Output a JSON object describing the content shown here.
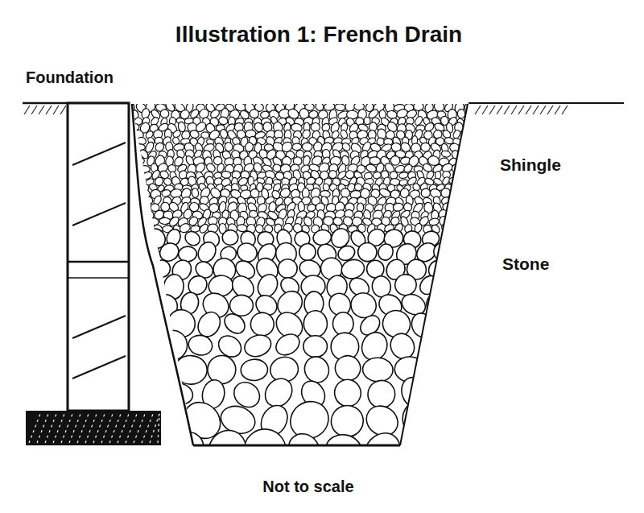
{
  "diagram": {
    "title": "Illustration 1: French Drain",
    "caption": "Not to scale",
    "labels": [
      "Foundation",
      "Shingle",
      "Stone"
    ]
  }
}
